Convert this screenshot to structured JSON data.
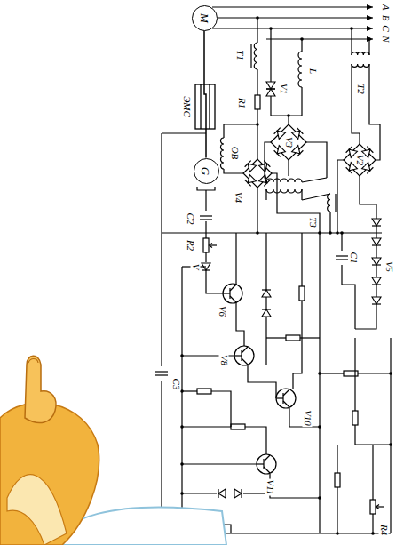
{
  "diagram": {
    "nodes": [
      {
        "text": [
          "M"
        ]
      },
      {
        "text": [
          "G"
        ]
      }
    ],
    "edges": [
      {
        "from": 0,
        "to": 1,
        "arrow": "none"
      }
    ],
    "labels": [
      "A",
      "B",
      "C",
      "N",
      "T1",
      "R1",
      "L",
      "T2",
      "V1",
      "V3",
      "V2",
      "V5",
      "ОВ",
      "V4",
      "ЭМС",
      "C2",
      "R2",
      "V",
      "V6",
      "T3",
      "C1",
      "V8",
      "C3",
      "V10",
      "V11",
      "R4"
    ]
  }
}
